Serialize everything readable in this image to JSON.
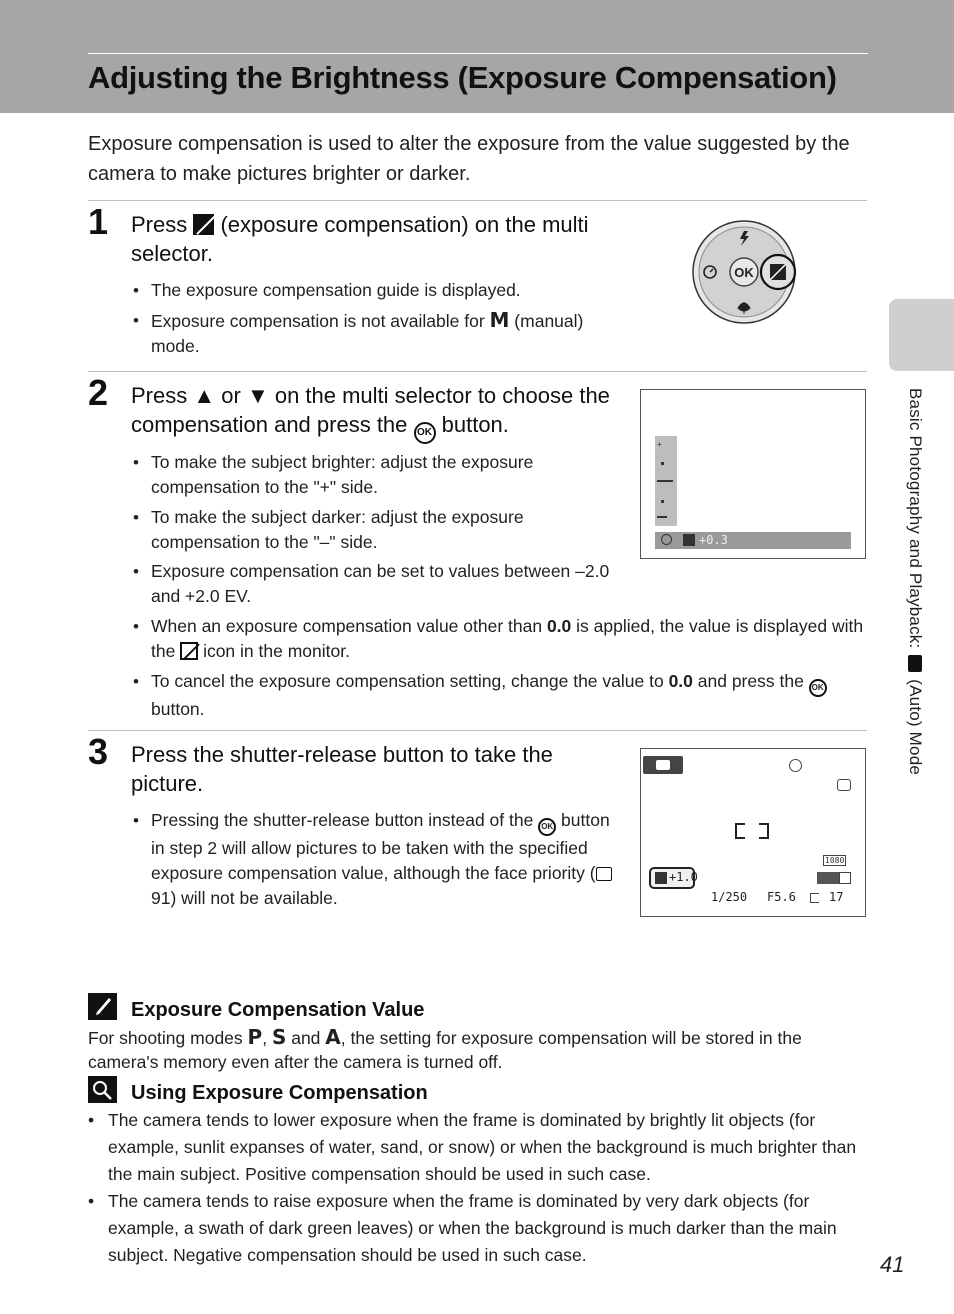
{
  "page_title": "Adjusting the Brightness (Exposure Compensation)",
  "intro": "Exposure compensation is used to alter the exposure from the value suggested by the camera to make pictures brighter or darker.",
  "side_tab": {
    "text_before": "Basic Photography and Playback: ",
    "text_after": " (Auto) Mode"
  },
  "steps": [
    {
      "number": "1",
      "heading_before": "Press ",
      "heading_after": " (exposure compensation) on the multi selector.",
      "bullets": [
        {
          "text": "The exposure compensation guide is displayed."
        },
        {
          "before": "Exposure compensation is not available for ",
          "symbol": "M",
          "after": " (manual) mode."
        }
      ],
      "diagram": {
        "ok_label": "OK"
      }
    },
    {
      "number": "2",
      "heading_a": "Press ",
      "heading_up": "▲",
      "heading_b": " or ",
      "heading_down": "▼",
      "heading_c": " on the multi selector to choose the compensation and press the ",
      "heading_d": " button.",
      "bullets": [
        "To make the subject brighter: adjust the exposure compensation to the \"+\" side.",
        "To make the subject darker: adjust the exposure compensation to the \"–\" side.",
        "Exposure compensation can be set to values between –2.0 and +2.0 EV."
      ],
      "wide_bullets": [
        {
          "before": "When an exposure compensation value other than ",
          "bold": "0.0",
          "mid": " is applied, the value is displayed with the ",
          "after": " icon in the monitor."
        },
        {
          "before": "To cancel the exposure compensation setting, change the value to ",
          "bold": "0.0",
          "mid": " and press the ",
          "after": " button."
        }
      ],
      "monitor": {
        "value": "+0.3"
      }
    },
    {
      "number": "3",
      "heading": "Press the shutter-release button to take the picture.",
      "bullet_before": "Pressing the shutter-release button instead of the ",
      "bullet_after_ok": " button in step 2 will allow pictures to be taken with the specified exposure compensation value, although the face priority (",
      "page_ref": "91",
      "bullet_end": ") will not be available.",
      "monitor": {
        "ev_value": "+1.0",
        "shutter": "1/250",
        "aperture": "F5.6",
        "frames": "17",
        "movie_label": "1080"
      }
    }
  ],
  "notes": [
    {
      "title": "Exposure Compensation Value",
      "body_a": "For shooting modes ",
      "mode_p": "P",
      "sep1": ", ",
      "mode_s": "S",
      "sep2": " and ",
      "mode_a": "A",
      "body_b": ", the setting for exposure compensation will be stored in the camera's memory even after the camera is turned off."
    },
    {
      "title": "Using Exposure Compensation",
      "items": [
        "The camera tends to lower exposure when the frame is dominated by brightly lit objects (for example, sunlit expanses of water, sand, or snow) or when the background is much brighter than the main subject. Positive compensation should be used in such case.",
        "The camera tends to raise exposure when the frame is dominated by very dark objects (for example, a swath of dark green leaves) or when the background is much darker than the main subject. Negative compensation should be used in such case."
      ]
    }
  ],
  "page_number": "41",
  "icons": {
    "exposure": "exposure-compensation-icon",
    "ok": "ok-button-icon",
    "camera": "camera-icon",
    "book": "book-reference-icon",
    "pencil": "pencil-note-icon",
    "magnifier": "tips-magnifier-icon"
  },
  "colors": {
    "header_band": "#a6a6a6",
    "side_tab": "#cfcfcf",
    "rule": "#bfbfbf"
  }
}
